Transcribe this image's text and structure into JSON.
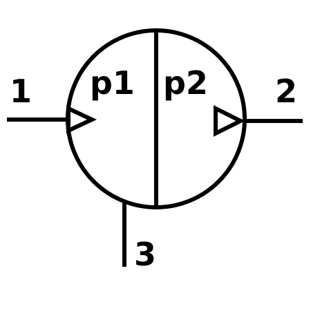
{
  "diagram": {
    "labels": {
      "port1": "1",
      "port2": "2",
      "port3": "3",
      "section1": "p1",
      "section2": "p2"
    },
    "colors": {
      "line": "#000000",
      "background": "#ffffff"
    },
    "icons": {
      "port1-arrow": "triangle-right-icon",
      "port2-arrow": "triangle-right-icon"
    }
  }
}
